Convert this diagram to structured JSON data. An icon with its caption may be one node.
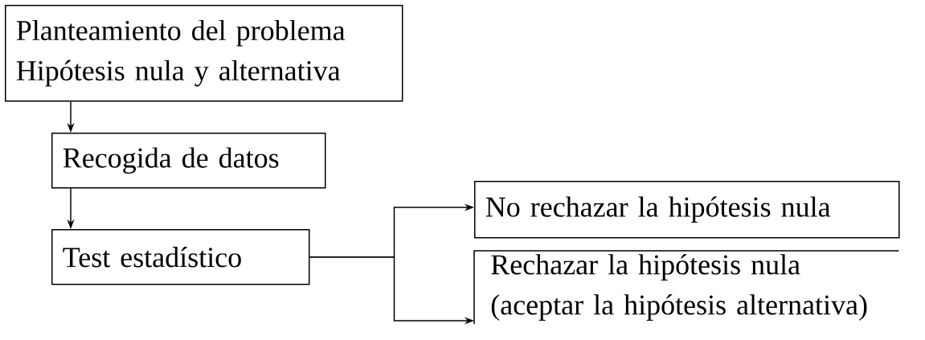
{
  "diagram": {
    "nodes": [
      {
        "text": [
          "Planteamiento del problema",
          "Hipótesis nula y alternativa"
        ]
      },
      {
        "text": [
          "Recogida de datos"
        ]
      },
      {
        "text": [
          "Test estadístico"
        ]
      },
      {
        "text": [
          "No rechazar la hipótesis nula"
        ]
      },
      {
        "text": [
          "Rechazar la hipótesis nula",
          "(aceptar la hipótesis alternativa)"
        ]
      }
    ],
    "edges": [
      {
        "from": 0,
        "to": 1,
        "arrow": "to"
      },
      {
        "from": 1,
        "to": 2,
        "arrow": "to"
      },
      {
        "from": 2,
        "to": 3,
        "arrow": "to"
      },
      {
        "from": 2,
        "to": 4,
        "arrow": "to"
      }
    ]
  }
}
